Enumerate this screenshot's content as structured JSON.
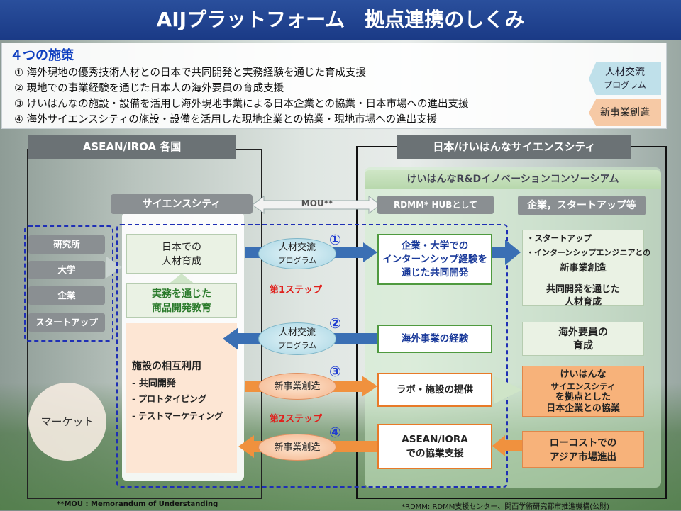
{
  "title": "AIJプラットフォーム　拠点連携のしくみ",
  "policy": {
    "heading": "４つの施策",
    "lines": [
      "① 海外現地の優秀技術人材との日本で共同開発と実務経験を通じた育成支援",
      "② 現地での事業経験を通じた日本人の海外要員の育成支援",
      "③ けいはんなの施設・設備を活用し海外現地事業による日本企業との協業・日本市場への進出支援",
      "④ 海外サイエンスシティの施設・設備を活用した現地企業との協業・現地市場への進出支援"
    ],
    "tag_blue_1": "人材交流",
    "tag_blue_2": "プログラム",
    "tag_orange": "新事業創造"
  },
  "left_region": {
    "header": "ASEAN/IROA 各国",
    "tabs": [
      "研究所",
      "大学",
      "企業",
      "スタートアップ"
    ],
    "market": "マーケット"
  },
  "science_city": {
    "header": "サイエンスシティ",
    "box1_1": "日本での",
    "box1_2": "人材育成",
    "box2_1": "実務を通じた",
    "box2_2": "商品開発教育",
    "facility_title": "施設の相互利用",
    "facility_items": [
      "- 共同開発",
      "- プロトタイピング",
      "- テストマーケティング"
    ]
  },
  "mou_label": "MOU**",
  "right_region": {
    "header": "日本/けいはんなサイエンスシティ",
    "consortium": "けいはんなR&Dイノベーションコンソーシアム",
    "rdmm": "RDMM* HUBとして",
    "company": "企業，スタートアップ等"
  },
  "center": {
    "oval1_1": "人材交流",
    "oval1_2": "プログラム",
    "oval2_1": "人材交流",
    "oval2_2": "プログラム",
    "oval3": "新事業創造",
    "oval4": "新事業創造",
    "nums": [
      "①",
      "②",
      "③",
      "④"
    ],
    "step1": "第1ステップ",
    "step2": "第2ステップ"
  },
  "rdmm_boxes": {
    "b1_1": "企業・大学での",
    "b1_2": "インターンシップ経験を",
    "b1_3": "通じた共同開発",
    "b2": "海外事業の経験",
    "b3": "ラボ・施設の提供",
    "b4_1": "ASEAN/IORA",
    "b4_2": "での協業支援"
  },
  "company_boxes": {
    "c1_1": "・スタートアップ",
    "c1_2": "・インターンシップエンジニアとの",
    "c1_3": "新事業創造",
    "c1_4": "共同開発を通じた",
    "c1_5": "人材育成",
    "c2_1": "海外要員の",
    "c2_2": "育成",
    "c3_1": "けいはんな",
    "c3_2": "サイエンスシティ",
    "c3_3": "を拠点とした",
    "c3_4": "日本企業との協業",
    "c4_1": "ローコストでの",
    "c4_2": "アジア市場進出"
  },
  "footer": {
    "left": "**MOU : Memorandum of Understanding",
    "right": "*RDMM: RDMM支援センター、関西学術研究都市推進機構(公財)"
  }
}
